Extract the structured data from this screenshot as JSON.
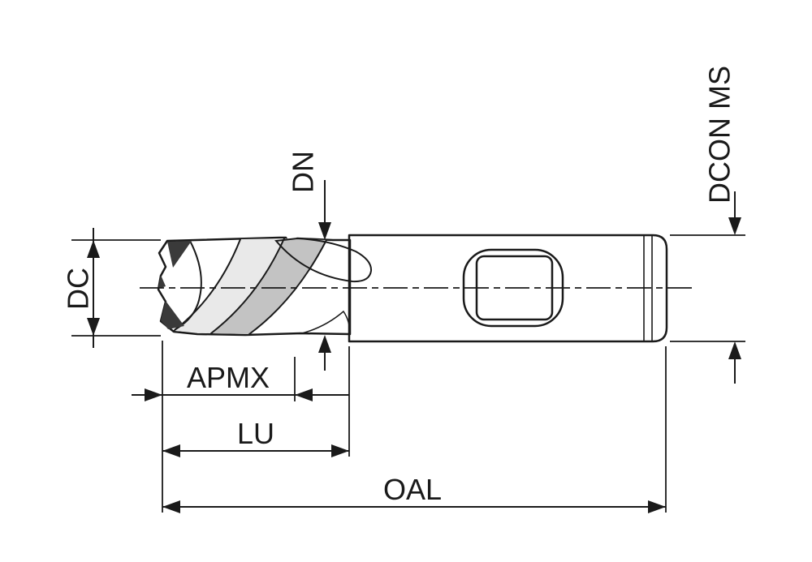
{
  "labels": {
    "dc": "DC",
    "dn": "DN",
    "dcon_ms": "DCON MS",
    "apmx": "APMX",
    "lu": "LU",
    "oal": "OAL"
  },
  "colors": {
    "background": "#ffffff",
    "line": "#1a1a1a",
    "tool_body": "#d9d9d9",
    "flat_inner": "#e2e2e2",
    "flute_light": "#e9e9e9",
    "flute_mid": "#c3c3c3",
    "flute_dark": "#909090",
    "flute_shadow": "#7d7d7d",
    "tooth_dark": "#3a3a3a"
  }
}
